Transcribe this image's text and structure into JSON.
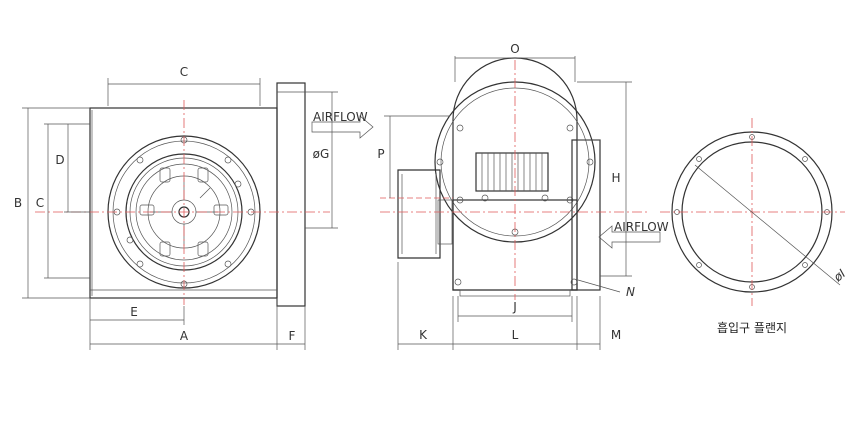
{
  "labels": {
    "front": {
      "A": "A",
      "B": "B",
      "C_top": "C",
      "C_side": "C",
      "D": "D",
      "E": "E",
      "F": "F",
      "G": "øG"
    },
    "side": {
      "O": "O",
      "P": "P",
      "H": "H",
      "J": "J",
      "K": "K",
      "L": "L",
      "M": "M",
      "N": "N"
    },
    "flange": {
      "I": "øI"
    }
  },
  "airflow": {
    "top": "AIRFLOW",
    "bottom": "AIRFLOW"
  },
  "caption": "흡입구 플랜지",
  "colors": {
    "outline": "#333333",
    "centerline": "#e05a5a",
    "background": "#ffffff"
  }
}
